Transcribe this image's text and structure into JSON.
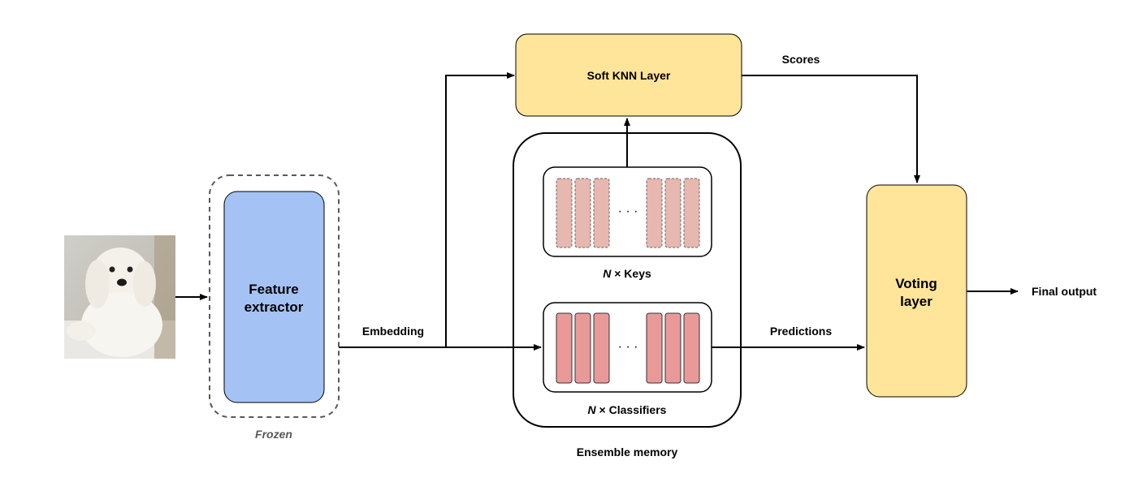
{
  "labels": {
    "feature_extractor_line1": "Feature",
    "feature_extractor_line2": "extractor",
    "frozen": "Frozen",
    "embedding": "Embedding",
    "soft_knn": "Soft KNN Layer",
    "scores": "Scores",
    "keys_n": "N",
    "keys_rest": " × Keys",
    "classifiers_n": "N",
    "classifiers_rest": " × Classifiers",
    "ensemble_memory": "Ensemble memory",
    "predictions": "Predictions",
    "voting_line1": "Voting",
    "voting_line2": "layer",
    "final_output": "Final output",
    "ellipsis_keys": "· · ·",
    "ellipsis_classifiers": "· · ·"
  },
  "image": {
    "subject": "white-dog-photo"
  },
  "colors": {
    "feature_extractor_fill": "#a4c2f4",
    "yellow_fill": "#ffe599",
    "key_fill": "#e6b8af",
    "classifier_fill": "#ea9999",
    "stroke": "#000000",
    "frozen_text": "#595959"
  }
}
